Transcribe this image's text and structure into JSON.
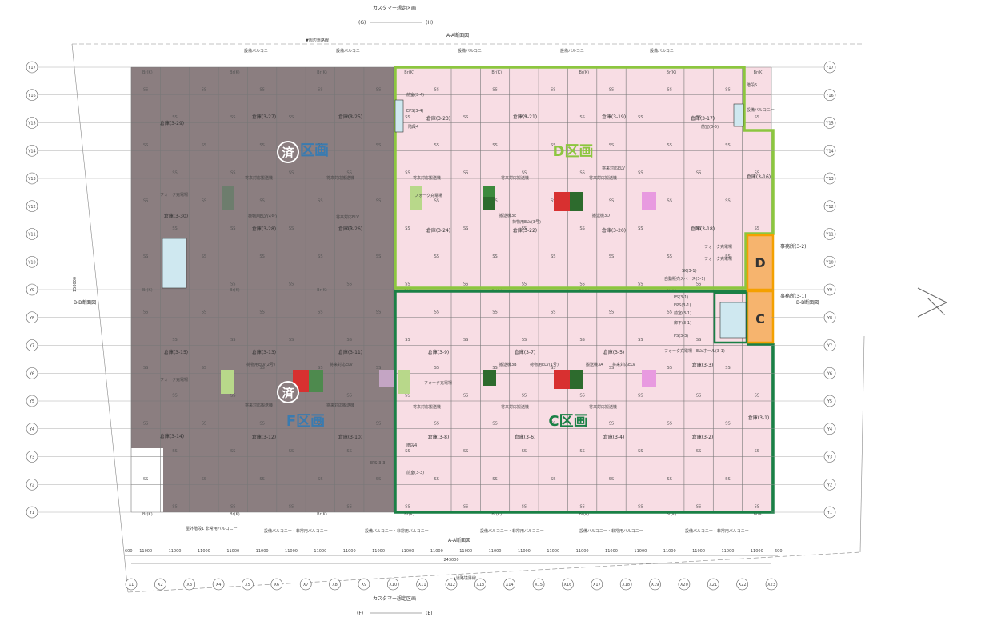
{
  "title_top": "カスタマー想定区画",
  "title_bottom": "カスタマー想定区画",
  "section_aa": "A-A断面図",
  "section_bb": "B-B断面図",
  "top_dir_left": "(G)",
  "top_dir_right": "(H)",
  "bottom_dir_left": "(F)",
  "bottom_dir_right": "(E)",
  "road_top": "▼周辺道路線",
  "road_bottom": "▲道路境界線",
  "zones": {
    "d": "D区画",
    "c": "C区画",
    "f": "F区画",
    "e": "区画",
    "d_small": "D",
    "c_small": "C",
    "done": "済"
  },
  "dim_total": "243000",
  "dim_span": "11000",
  "dim_edge": "600",
  "dim_vertical": "158000",
  "x_axes": [
    "X1",
    "X2",
    "X3",
    "X4",
    "X5",
    "X6",
    "X7",
    "X8",
    "X9",
    "X10",
    "X11",
    "X12",
    "X13",
    "X14",
    "X15",
    "X16",
    "X17",
    "X18",
    "X19",
    "X20",
    "X21",
    "X22",
    "X23"
  ],
  "y_axes": [
    "Y17",
    "Y16",
    "Y15",
    "Y14",
    "Y13",
    "Y12",
    "Y11",
    "Y10",
    "Y9",
    "Y8",
    "Y7",
    "Y6",
    "Y5",
    "Y4",
    "Y3",
    "Y2",
    "Y1"
  ],
  "rooms": {
    "r3_29": "倉庫(3-29)",
    "r3_27": "倉庫(3-27)",
    "r3_25": "倉庫(3-25)",
    "r3_23": "倉庫(3-23)",
    "r3_21": "倉庫(3-21)",
    "r3_19": "倉庫(3-19)",
    "r3_17": "倉庫(3-17)",
    "r3_16": "倉庫(3-16)",
    "r3_30": "倉庫(3-30)",
    "r3_28": "倉庫(3-28)",
    "r3_26": "倉庫(3-26)",
    "r3_24": "倉庫(3-24)",
    "r3_22": "倉庫(3-22)",
    "r3_20": "倉庫(3-20)",
    "r3_18": "倉庫(3-18)",
    "r3_15": "倉庫(3-15)",
    "r3_13": "倉庫(3-13)",
    "r3_11": "倉庫(3-11)",
    "r3_9": "倉庫(3-9)",
    "r3_7": "倉庫(3-7)",
    "r3_5": "倉庫(3-5)",
    "r3_3": "倉庫(3-3)",
    "r3_14": "倉庫(3-14)",
    "r3_12": "倉庫(3-12)",
    "r3_10": "倉庫(3-10)",
    "r3_8": "倉庫(3-8)",
    "r3_6": "倉庫(3-6)",
    "r3_4": "倉庫(3-4)",
    "r3_2": "倉庫(3-2)",
    "r3_1": "倉庫(3-1)"
  },
  "notes": {
    "office_32": "事務所(3-2)",
    "office_31": "事務所(3-1)",
    "balcony": "設備バルコニー",
    "balcony_emg": "設備バルコニー・非常用バルコニー",
    "stair5": "階段5",
    "stair4": "階段4",
    "stair1": "屋外階段1 非常用バルコニー",
    "eps34": "EPS(3-4)",
    "eps33": "EPS(3-3)",
    "elv_d": "将来対応ELV",
    "elv_c": "将来対応ELV",
    "freight_elv": "荷物用ELV(3号)",
    "freight_elv1": "荷物用ELV(1号)",
    "freight_elv2": "荷物用ELV(2号)",
    "freight_elv4": "荷物用ELV(4号)",
    "conveyor": "将来対応搬送機",
    "fork": "フォーク充電場",
    "lift3e": "搬送機3E",
    "lift3d": "搬送機3D",
    "lift3b": "搬送機3B",
    "lift3a": "搬送機3A",
    "elvhall": "ELVホール(3-1)",
    "vending": "自動販売スペース(3-1)",
    "sk": "SK(3-1)",
    "ps31": "PS(3-1)",
    "eps31": "EPS(3-1)",
    "wc31": "前室(3-1)",
    "hall31": "廊下(3-1)",
    "ps33": "PS(3-3)",
    "front33": "前室(3-3)",
    "front34": "前室(3-4)",
    "front35": "前室(3-5)",
    "brk": "Br(K)"
  }
}
